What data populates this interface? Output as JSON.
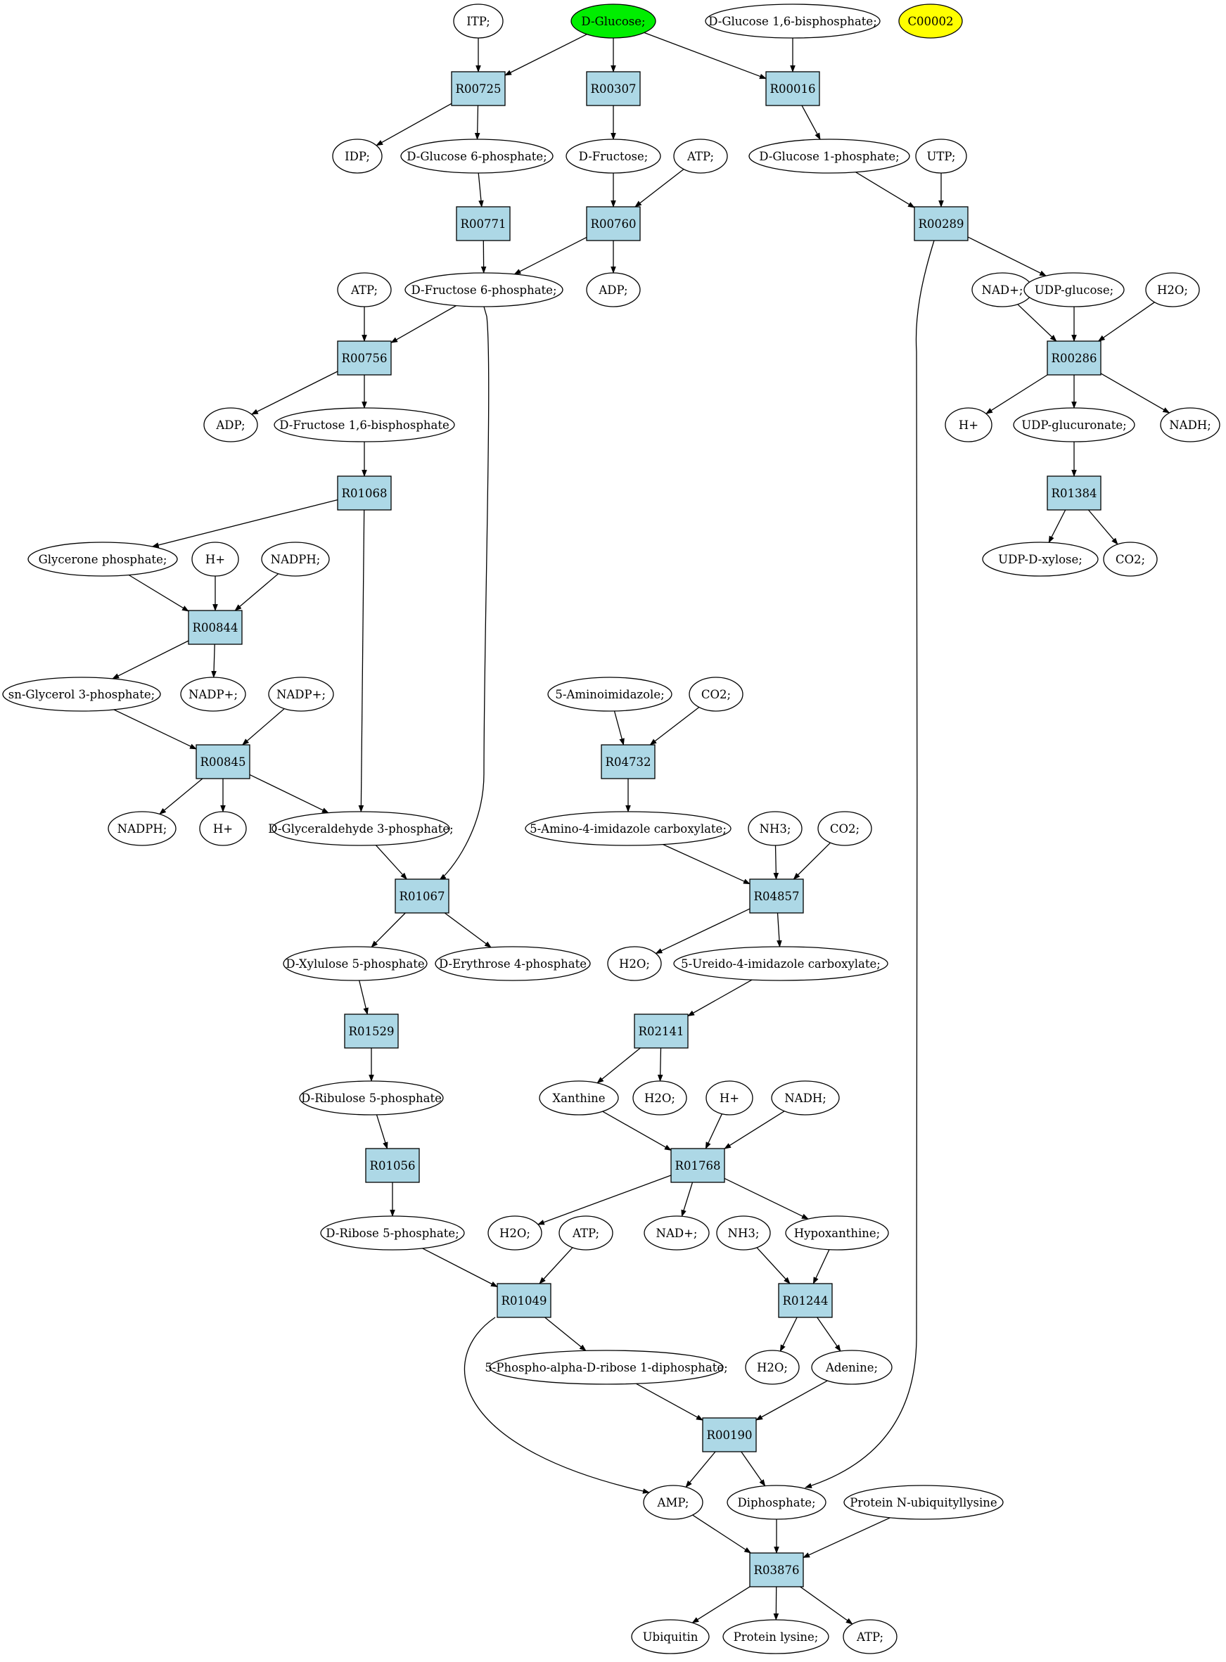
{
  "graph": {
    "compounds": [
      {
        "id": "itp",
        "label": "ITP;"
      },
      {
        "id": "glucose",
        "label": "D-Glucose;",
        "fill": "#00ee00"
      },
      {
        "id": "g16bp",
        "label": "D-Glucose 1,6-bisphosphate;"
      },
      {
        "id": "c00002",
        "label": "C00002",
        "fill": "#ffff00"
      },
      {
        "id": "idp",
        "label": "IDP;"
      },
      {
        "id": "g6p",
        "label": "D-Glucose 6-phosphate;"
      },
      {
        "id": "fructose",
        "label": "D-Fructose;"
      },
      {
        "id": "atp1",
        "label": "ATP;"
      },
      {
        "id": "g1p",
        "label": "D-Glucose 1-phosphate;"
      },
      {
        "id": "utp",
        "label": "UTP;"
      },
      {
        "id": "atp2",
        "label": "ATP;"
      },
      {
        "id": "f6p",
        "label": "D-Fructose 6-phosphate;"
      },
      {
        "id": "adp1",
        "label": "ADP;"
      },
      {
        "id": "nadp_plus1",
        "label": "NAD+;"
      },
      {
        "id": "udpglc",
        "label": "UDP-glucose;"
      },
      {
        "id": "h2o1",
        "label": "H2O;"
      },
      {
        "id": "adp2",
        "label": "ADP;"
      },
      {
        "id": "f16bp",
        "label": "D-Fructose 1,6-bisphosphate"
      },
      {
        "id": "hplus1",
        "label": "H+"
      },
      {
        "id": "udpglcur",
        "label": "UDP-glucuronate;"
      },
      {
        "id": "nadh1",
        "label": "NADH;"
      },
      {
        "id": "glyp",
        "label": "Glycerone phosphate;"
      },
      {
        "id": "hplus2",
        "label": "H+"
      },
      {
        "id": "nadph1",
        "label": "NADPH;"
      },
      {
        "id": "udpxyl",
        "label": "UDP-D-xylose;"
      },
      {
        "id": "co2a",
        "label": "CO2;"
      },
      {
        "id": "sng3p",
        "label": "sn-Glycerol 3-phosphate;"
      },
      {
        "id": "nadpplus1",
        "label": "NADP+;"
      },
      {
        "id": "nadpplus2",
        "label": "NADP+;"
      },
      {
        "id": "aminoimid",
        "label": "5-Aminoimidazole;"
      },
      {
        "id": "co2b",
        "label": "CO2;"
      },
      {
        "id": "nadph2",
        "label": "NADPH;"
      },
      {
        "id": "hplus3",
        "label": "H+"
      },
      {
        "id": "ga3p",
        "label": "D-Glyceraldehyde 3-phosphate;"
      },
      {
        "id": "aicarb",
        "label": "5-Amino-4-imidazole carboxylate;"
      },
      {
        "id": "nh3a",
        "label": "NH3;"
      },
      {
        "id": "co2c",
        "label": "CO2;"
      },
      {
        "id": "xu5p",
        "label": "D-Xylulose 5-phosphate"
      },
      {
        "id": "e4p",
        "label": "D-Erythrose 4-phosphate"
      },
      {
        "id": "h2o2",
        "label": "H2O;"
      },
      {
        "id": "ureido",
        "label": "5-Ureido-4-imidazole carboxylate;"
      },
      {
        "id": "ru5p",
        "label": "D-Ribulose 5-phosphate"
      },
      {
        "id": "xanthine",
        "label": "Xanthine"
      },
      {
        "id": "h2o3",
        "label": "H2O;"
      },
      {
        "id": "hplus4",
        "label": "H+"
      },
      {
        "id": "nadh2",
        "label": "NADH;"
      },
      {
        "id": "r5p",
        "label": "D-Ribose 5-phosphate;"
      },
      {
        "id": "h2o4",
        "label": "H2O;"
      },
      {
        "id": "atp3",
        "label": "ATP;"
      },
      {
        "id": "nadplus2",
        "label": "NAD+;"
      },
      {
        "id": "nh3b",
        "label": "NH3;"
      },
      {
        "id": "hypox",
        "label": "Hypoxanthine;"
      },
      {
        "id": "prpp",
        "label": "5-Phospho-alpha-D-ribose 1-diphosphate;"
      },
      {
        "id": "h2o5",
        "label": "H2O;"
      },
      {
        "id": "adenine",
        "label": "Adenine;"
      },
      {
        "id": "amp",
        "label": "AMP;"
      },
      {
        "id": "diphos",
        "label": "Diphosphate;"
      },
      {
        "id": "protubq",
        "label": "Protein N-ubiquityllysine"
      },
      {
        "id": "ubiquitin",
        "label": "Ubiquitin"
      },
      {
        "id": "protlys",
        "label": "Protein lysine;"
      },
      {
        "id": "atp4",
        "label": "ATP;"
      }
    ],
    "reactions": [
      {
        "id": "R00725",
        "label": "R00725"
      },
      {
        "id": "R00307",
        "label": "R00307"
      },
      {
        "id": "R00016",
        "label": "R00016"
      },
      {
        "id": "R00771",
        "label": "R00771"
      },
      {
        "id": "R00760",
        "label": "R00760"
      },
      {
        "id": "R00289",
        "label": "R00289"
      },
      {
        "id": "R00756",
        "label": "R00756"
      },
      {
        "id": "R00286",
        "label": "R00286"
      },
      {
        "id": "R01068",
        "label": "R01068"
      },
      {
        "id": "R01384",
        "label": "R01384"
      },
      {
        "id": "R00844",
        "label": "R00844"
      },
      {
        "id": "R00845",
        "label": "R00845"
      },
      {
        "id": "R04732",
        "label": "R04732"
      },
      {
        "id": "R01067",
        "label": "R01067"
      },
      {
        "id": "R04857",
        "label": "R04857"
      },
      {
        "id": "R01529",
        "label": "R01529"
      },
      {
        "id": "R02141",
        "label": "R02141"
      },
      {
        "id": "R01056",
        "label": "R01056"
      },
      {
        "id": "R01768",
        "label": "R01768"
      },
      {
        "id": "R01049",
        "label": "R01049"
      },
      {
        "id": "R01244",
        "label": "R01244"
      },
      {
        "id": "R00190",
        "label": "R00190"
      },
      {
        "id": "R03876",
        "label": "R03876"
      }
    ],
    "edges": [
      [
        "itp",
        "R00725"
      ],
      [
        "glucose",
        "R00725"
      ],
      [
        "glucose",
        "R00307"
      ],
      [
        "glucose",
        "R00016"
      ],
      [
        "g16bp",
        "R00016"
      ],
      [
        "R00725",
        "idp"
      ],
      [
        "R00725",
        "g6p"
      ],
      [
        "R00307",
        "fructose"
      ],
      [
        "R00016",
        "g1p"
      ],
      [
        "g6p",
        "R00771"
      ],
      [
        "fructose",
        "R00760"
      ],
      [
        "atp1",
        "R00760"
      ],
      [
        "g1p",
        "R00289"
      ],
      [
        "utp",
        "R00289"
      ],
      [
        "R00771",
        "f6p"
      ],
      [
        "R00760",
        "f6p"
      ],
      [
        "R00760",
        "adp1"
      ],
      [
        "R00289",
        "udpglc"
      ],
      [
        "R00289",
        "diphos"
      ],
      [
        "atp2",
        "R00756"
      ],
      [
        "f6p",
        "R00756"
      ],
      [
        "f6p",
        "R01067"
      ],
      [
        "nadp_plus1",
        "R00286"
      ],
      [
        "udpglc",
        "R00286"
      ],
      [
        "h2o1",
        "R00286"
      ],
      [
        "R00756",
        "adp2"
      ],
      [
        "R00756",
        "f16bp"
      ],
      [
        "R00286",
        "hplus1"
      ],
      [
        "R00286",
        "udpglcur"
      ],
      [
        "R00286",
        "nadh1"
      ],
      [
        "f16bp",
        "R01068"
      ],
      [
        "udpglcur",
        "R01384"
      ],
      [
        "R01068",
        "glyp"
      ],
      [
        "R01068",
        "ga3p"
      ],
      [
        "R01384",
        "udpxyl"
      ],
      [
        "R01384",
        "co2a"
      ],
      [
        "glyp",
        "R00844"
      ],
      [
        "hplus2",
        "R00844"
      ],
      [
        "nadph1",
        "R00844"
      ],
      [
        "R00844",
        "sng3p"
      ],
      [
        "R00844",
        "nadpplus1"
      ],
      [
        "sng3p",
        "R00845"
      ],
      [
        "nadpplus2",
        "R00845"
      ],
      [
        "R00845",
        "nadph2"
      ],
      [
        "R00845",
        "hplus3"
      ],
      [
        "R00845",
        "ga3p"
      ],
      [
        "aminoimid",
        "R04732"
      ],
      [
        "co2b",
        "R04732"
      ],
      [
        "R04732",
        "aicarb"
      ],
      [
        "ga3p",
        "R01067"
      ],
      [
        "R01067",
        "xu5p"
      ],
      [
        "R01067",
        "e4p"
      ],
      [
        "aicarb",
        "R04857"
      ],
      [
        "nh3a",
        "R04857"
      ],
      [
        "co2c",
        "R04857"
      ],
      [
        "R04857",
        "h2o2"
      ],
      [
        "R04857",
        "ureido"
      ],
      [
        "xu5p",
        "R01529"
      ],
      [
        "R01529",
        "ru5p"
      ],
      [
        "ureido",
        "R02141"
      ],
      [
        "R02141",
        "xanthine"
      ],
      [
        "R02141",
        "h2o3"
      ],
      [
        "ru5p",
        "R01056"
      ],
      [
        "R01056",
        "r5p"
      ],
      [
        "xanthine",
        "R01768"
      ],
      [
        "hplus4",
        "R01768"
      ],
      [
        "nadh2",
        "R01768"
      ],
      [
        "R01768",
        "h2o4"
      ],
      [
        "R01768",
        "nadplus2"
      ],
      [
        "R01768",
        "hypox"
      ],
      [
        "r5p",
        "R01049"
      ],
      [
        "atp3",
        "R01049"
      ],
      [
        "R01049",
        "prpp"
      ],
      [
        "R01049",
        "amp"
      ],
      [
        "nh3b",
        "R01244"
      ],
      [
        "hypox",
        "R01244"
      ],
      [
        "R01244",
        "h2o5"
      ],
      [
        "R01244",
        "adenine"
      ],
      [
        "prpp",
        "R00190"
      ],
      [
        "adenine",
        "R00190"
      ],
      [
        "R00190",
        "amp"
      ],
      [
        "R00190",
        "diphos"
      ],
      [
        "amp",
        "R03876"
      ],
      [
        "diphos",
        "R03876"
      ],
      [
        "protubq",
        "R03876"
      ],
      [
        "R03876",
        "ubiquitin"
      ],
      [
        "R03876",
        "protlys"
      ],
      [
        "R03876",
        "atp4"
      ]
    ]
  }
}
